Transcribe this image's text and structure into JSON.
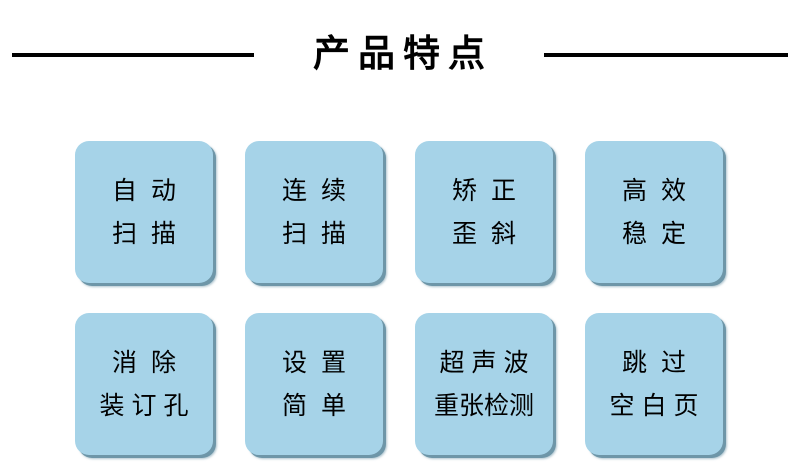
{
  "header": {
    "title": "产品特点",
    "rule_color": "#000000"
  },
  "theme": {
    "card_fill": "#a6d3e8",
    "card_shadow": "#6e96a8",
    "text_color": "#000000",
    "background": "#ffffff"
  },
  "features": {
    "rows": [
      {
        "cards": [
          {
            "line1": "自动",
            "line2": "扫描"
          },
          {
            "line1": "连续",
            "line2": "扫描"
          },
          {
            "line1": "矫正",
            "line2": "歪斜"
          },
          {
            "line1": "高效",
            "line2": "稳定"
          }
        ]
      },
      {
        "cards": [
          {
            "line1": "消除",
            "line2": "装订孔"
          },
          {
            "line1": "设置",
            "line2": "简单"
          },
          {
            "line1": "超声波",
            "line2": "重张检测"
          },
          {
            "line1": "跳过",
            "line2": "空白页"
          }
        ]
      }
    ]
  }
}
